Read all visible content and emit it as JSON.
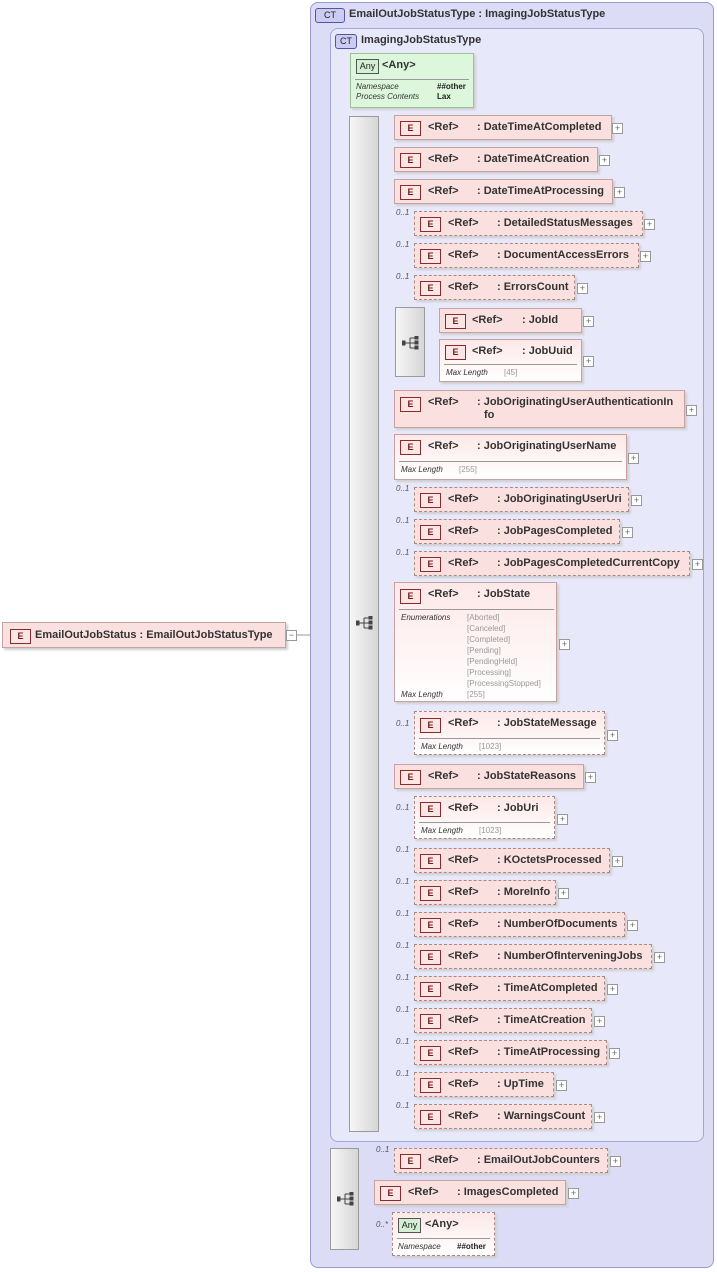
{
  "diagram": {
    "outer_type": {
      "badge": "CT",
      "title": "EmailOutJobStatusType : ImagingJobStatusType"
    },
    "inner_type": {
      "badge": "CT",
      "title": "ImagingJobStatusType"
    },
    "root": {
      "badge": "E",
      "label": "EmailOutJobStatus : EmailOutJobStatusType"
    },
    "any_top": {
      "badge": "Any",
      "label": "<Any>",
      "ns_label": "Namespace",
      "ns_value": "##other",
      "pc_label": "Process Contents",
      "pc_value": "Lax"
    },
    "elements": [
      {
        "ref": "<Ref>",
        "name": ": DateTimeAtCompleted",
        "occ": ""
      },
      {
        "ref": "<Ref>",
        "name": ": DateTimeAtCreation",
        "occ": ""
      },
      {
        "ref": "<Ref>",
        "name": ": DateTimeAtProcessing",
        "occ": ""
      },
      {
        "ref": "<Ref>",
        "name": ": DetailedStatusMessages",
        "occ": "0..1"
      },
      {
        "ref": "<Ref>",
        "name": ": DocumentAccessErrors",
        "occ": "0..1"
      },
      {
        "ref": "<Ref>",
        "name": ": ErrorsCount",
        "occ": "0..1"
      },
      {
        "ref": "<Ref>",
        "name": ": JobId",
        "occ": ""
      },
      {
        "ref": "<Ref>",
        "name": ": JobUuid",
        "occ": "",
        "facet_label": "Max Length",
        "facet_value": "[45]"
      },
      {
        "ref": "<Ref>",
        "name": ": JobOriginatingUserAuthenticationIn",
        "name2": "fo",
        "occ": ""
      },
      {
        "ref": "<Ref>",
        "name": ": JobOriginatingUserName",
        "occ": "",
        "facet_label": "Max Length",
        "facet_value": "[255]"
      },
      {
        "ref": "<Ref>",
        "name": ": JobOriginatingUserUri",
        "occ": "0..1"
      },
      {
        "ref": "<Ref>",
        "name": ": JobPagesCompleted",
        "occ": "0..1"
      },
      {
        "ref": "<Ref>",
        "name": ": JobPagesCompletedCurrentCopy",
        "occ": "0..1"
      },
      {
        "ref": "<Ref>",
        "name": ": JobState",
        "occ": "",
        "enum_label": "Enumerations",
        "enums": [
          "[Aborted]",
          "[Canceled]",
          "[Completed]",
          "[Pending]",
          "[PendingHeld]",
          "[Processing]",
          "[ProcessingStopped]"
        ],
        "facet_label": "Max Length",
        "facet_value": "[255]"
      },
      {
        "ref": "<Ref>",
        "name": ": JobStateMessage",
        "occ": "0..1",
        "facet_label": "Max Length",
        "facet_value": "[1023]"
      },
      {
        "ref": "<Ref>",
        "name": ": JobStateReasons",
        "occ": ""
      },
      {
        "ref": "<Ref>",
        "name": ": JobUri",
        "occ": "0..1",
        "facet_label": "Max Length",
        "facet_value": "[1023]"
      },
      {
        "ref": "<Ref>",
        "name": ": KOctetsProcessed",
        "occ": "0..1"
      },
      {
        "ref": "<Ref>",
        "name": ": MoreInfo",
        "occ": "0..1"
      },
      {
        "ref": "<Ref>",
        "name": ": NumberOfDocuments",
        "occ": "0..1"
      },
      {
        "ref": "<Ref>",
        "name": ": NumberOfInterveningJobs",
        "occ": "0..1"
      },
      {
        "ref": "<Ref>",
        "name": ": TimeAtCompleted",
        "occ": "0..1"
      },
      {
        "ref": "<Ref>",
        "name": ": TimeAtCreation",
        "occ": "0..1"
      },
      {
        "ref": "<Ref>",
        "name": ": TimeAtProcessing",
        "occ": "0..1"
      },
      {
        "ref": "<Ref>",
        "name": ": UpTime",
        "occ": "0..1"
      },
      {
        "ref": "<Ref>",
        "name": ": WarningsCount",
        "occ": "0..1"
      },
      {
        "ref": "<Ref>",
        "name": ": EmailOutJobCounters",
        "occ": "0..1"
      },
      {
        "ref": "<Ref>",
        "name": ": ImagesCompleted",
        "occ": ""
      }
    ],
    "any_bottom": {
      "badge": "Any",
      "label": "<Any>",
      "occ": "0..*",
      "ns_label": "Namespace",
      "ns_value": "##other"
    },
    "element_badge": "E",
    "expander": "+",
    "collapser": "−"
  }
}
